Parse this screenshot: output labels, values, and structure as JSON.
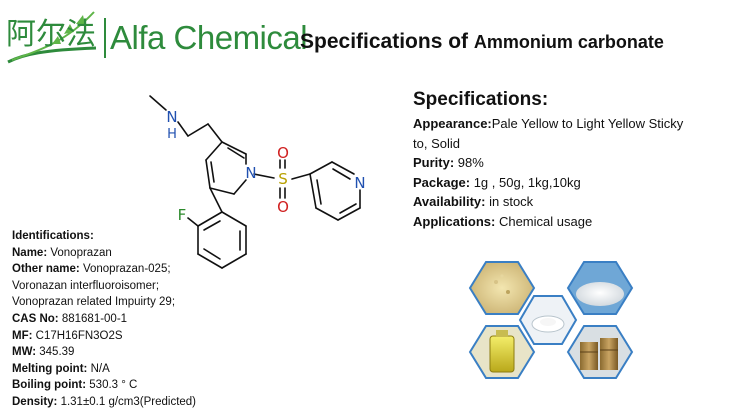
{
  "brand": {
    "logo_cn": "阿尔法",
    "name": "Alfa Chemical",
    "color": "#2e8b3c"
  },
  "title": {
    "part1": "Specifications of ",
    "part2": "Ammonium carbonate"
  },
  "molecule": {
    "atoms": {
      "n_amine": "N",
      "h_amine": "H",
      "n_pyrrole": "N",
      "s": "S",
      "o_top": "O",
      "o_bottom": "O",
      "n_pyridine": "N",
      "f": "F"
    }
  },
  "specifications": {
    "heading": "Specifications:",
    "appearance_label": "Appearance:",
    "appearance_value_1": "Pale Yellow to Light Yellow Sticky",
    "appearance_value_2": "to, Solid",
    "purity_label": "Purity:",
    "purity_value": " 98%",
    "package_label": "Package:",
    "package_value": " 1g , 50g, 1kg,10kg",
    "availability_label": "Availability:",
    "availability_value": " in stock",
    "applications_label": "Applications:",
    "applications_value": " Chemical usage"
  },
  "identifications": {
    "heading": "Identifications:",
    "name_label": "Name:",
    "name_value": " Vonoprazan",
    "other_label": "Other name:",
    "other_value_1": "  Vonoprazan-025;",
    "other_value_2": "Voronazan interfluoroisomer;",
    "other_value_3": "Vonoprazan related Impuirty 29;",
    "cas_label": "CAS No:",
    "cas_value": " 881681-00-1",
    "mf_label": "MF:",
    "mf_value": " C17H16FN3O2S",
    "mw_label": "MW:",
    "mw_value": "  345.39",
    "mp_label": "Melting point:",
    "mp_value": " N/A",
    "bp_label": "Boiling point:",
    "bp_value": " 530.3 ° C",
    "density_label": "Density:",
    "density_value": " 1.31±0.1 g/cm3(Predicted)"
  }
}
